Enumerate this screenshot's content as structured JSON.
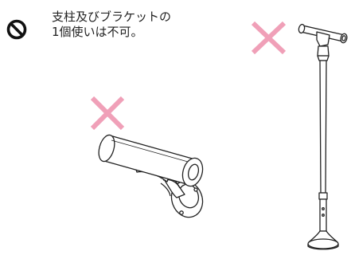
{
  "note": {
    "line1": "支柱及びブラケットの",
    "line2": "1個使いは不可。",
    "icon": "prohibition-icon"
  },
  "marks": {
    "cross_color": "#f0a0b8",
    "line_color": "#222222"
  },
  "figures": [
    {
      "name": "bracket-with-rail",
      "status": "not-allowed"
    },
    {
      "name": "post-with-bracket",
      "status": "not-allowed"
    }
  ]
}
